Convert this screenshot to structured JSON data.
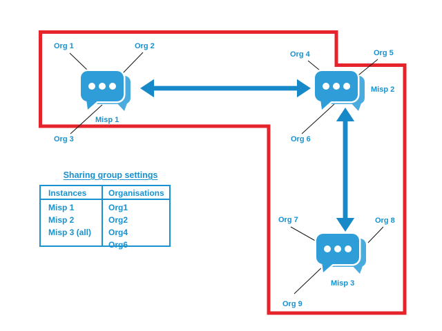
{
  "colors": {
    "boundary_red": "#e5232b",
    "accent_blue": "#1791d0",
    "arrow_blue": "#1789c9",
    "bubble_front": "#2f9ed8",
    "bubble_back": "#4aabde",
    "connector_black": "#1a1a1a"
  },
  "labels": {
    "org1": "Org 1",
    "org2": "Org 2",
    "org3": "Org 3",
    "org4": "Org 4",
    "org5": "Org 5",
    "org6": "Org 6",
    "org7": "Org 7",
    "org8": "Org 8",
    "org9": "Org 9",
    "misp1": "Misp 1",
    "misp2": "Misp 2",
    "misp3": "Misp 3"
  },
  "connections": [
    {
      "from": "Misp 1",
      "to": "Misp 2",
      "type": "bidirectional-arrow"
    },
    {
      "from": "Misp 2",
      "to": "Misp 3",
      "type": "bidirectional-arrow"
    }
  ],
  "boundary": {
    "inside": [
      "Org 1",
      "Org 2",
      "Misp 1",
      "Org 4",
      "Org 6",
      "Misp 2",
      "Org 7",
      "Org 8",
      "Org 9",
      "Misp 3"
    ],
    "outside": [
      "Org 3",
      "Org 5"
    ]
  },
  "table": {
    "title": "Sharing group settings",
    "headers": [
      "Instances",
      "Organisations"
    ],
    "instances": [
      "Misp 1",
      "Misp 2",
      "Misp 3 (all)"
    ],
    "organisations": [
      "Org1",
      "Org2",
      "Org4",
      "Org6"
    ]
  }
}
